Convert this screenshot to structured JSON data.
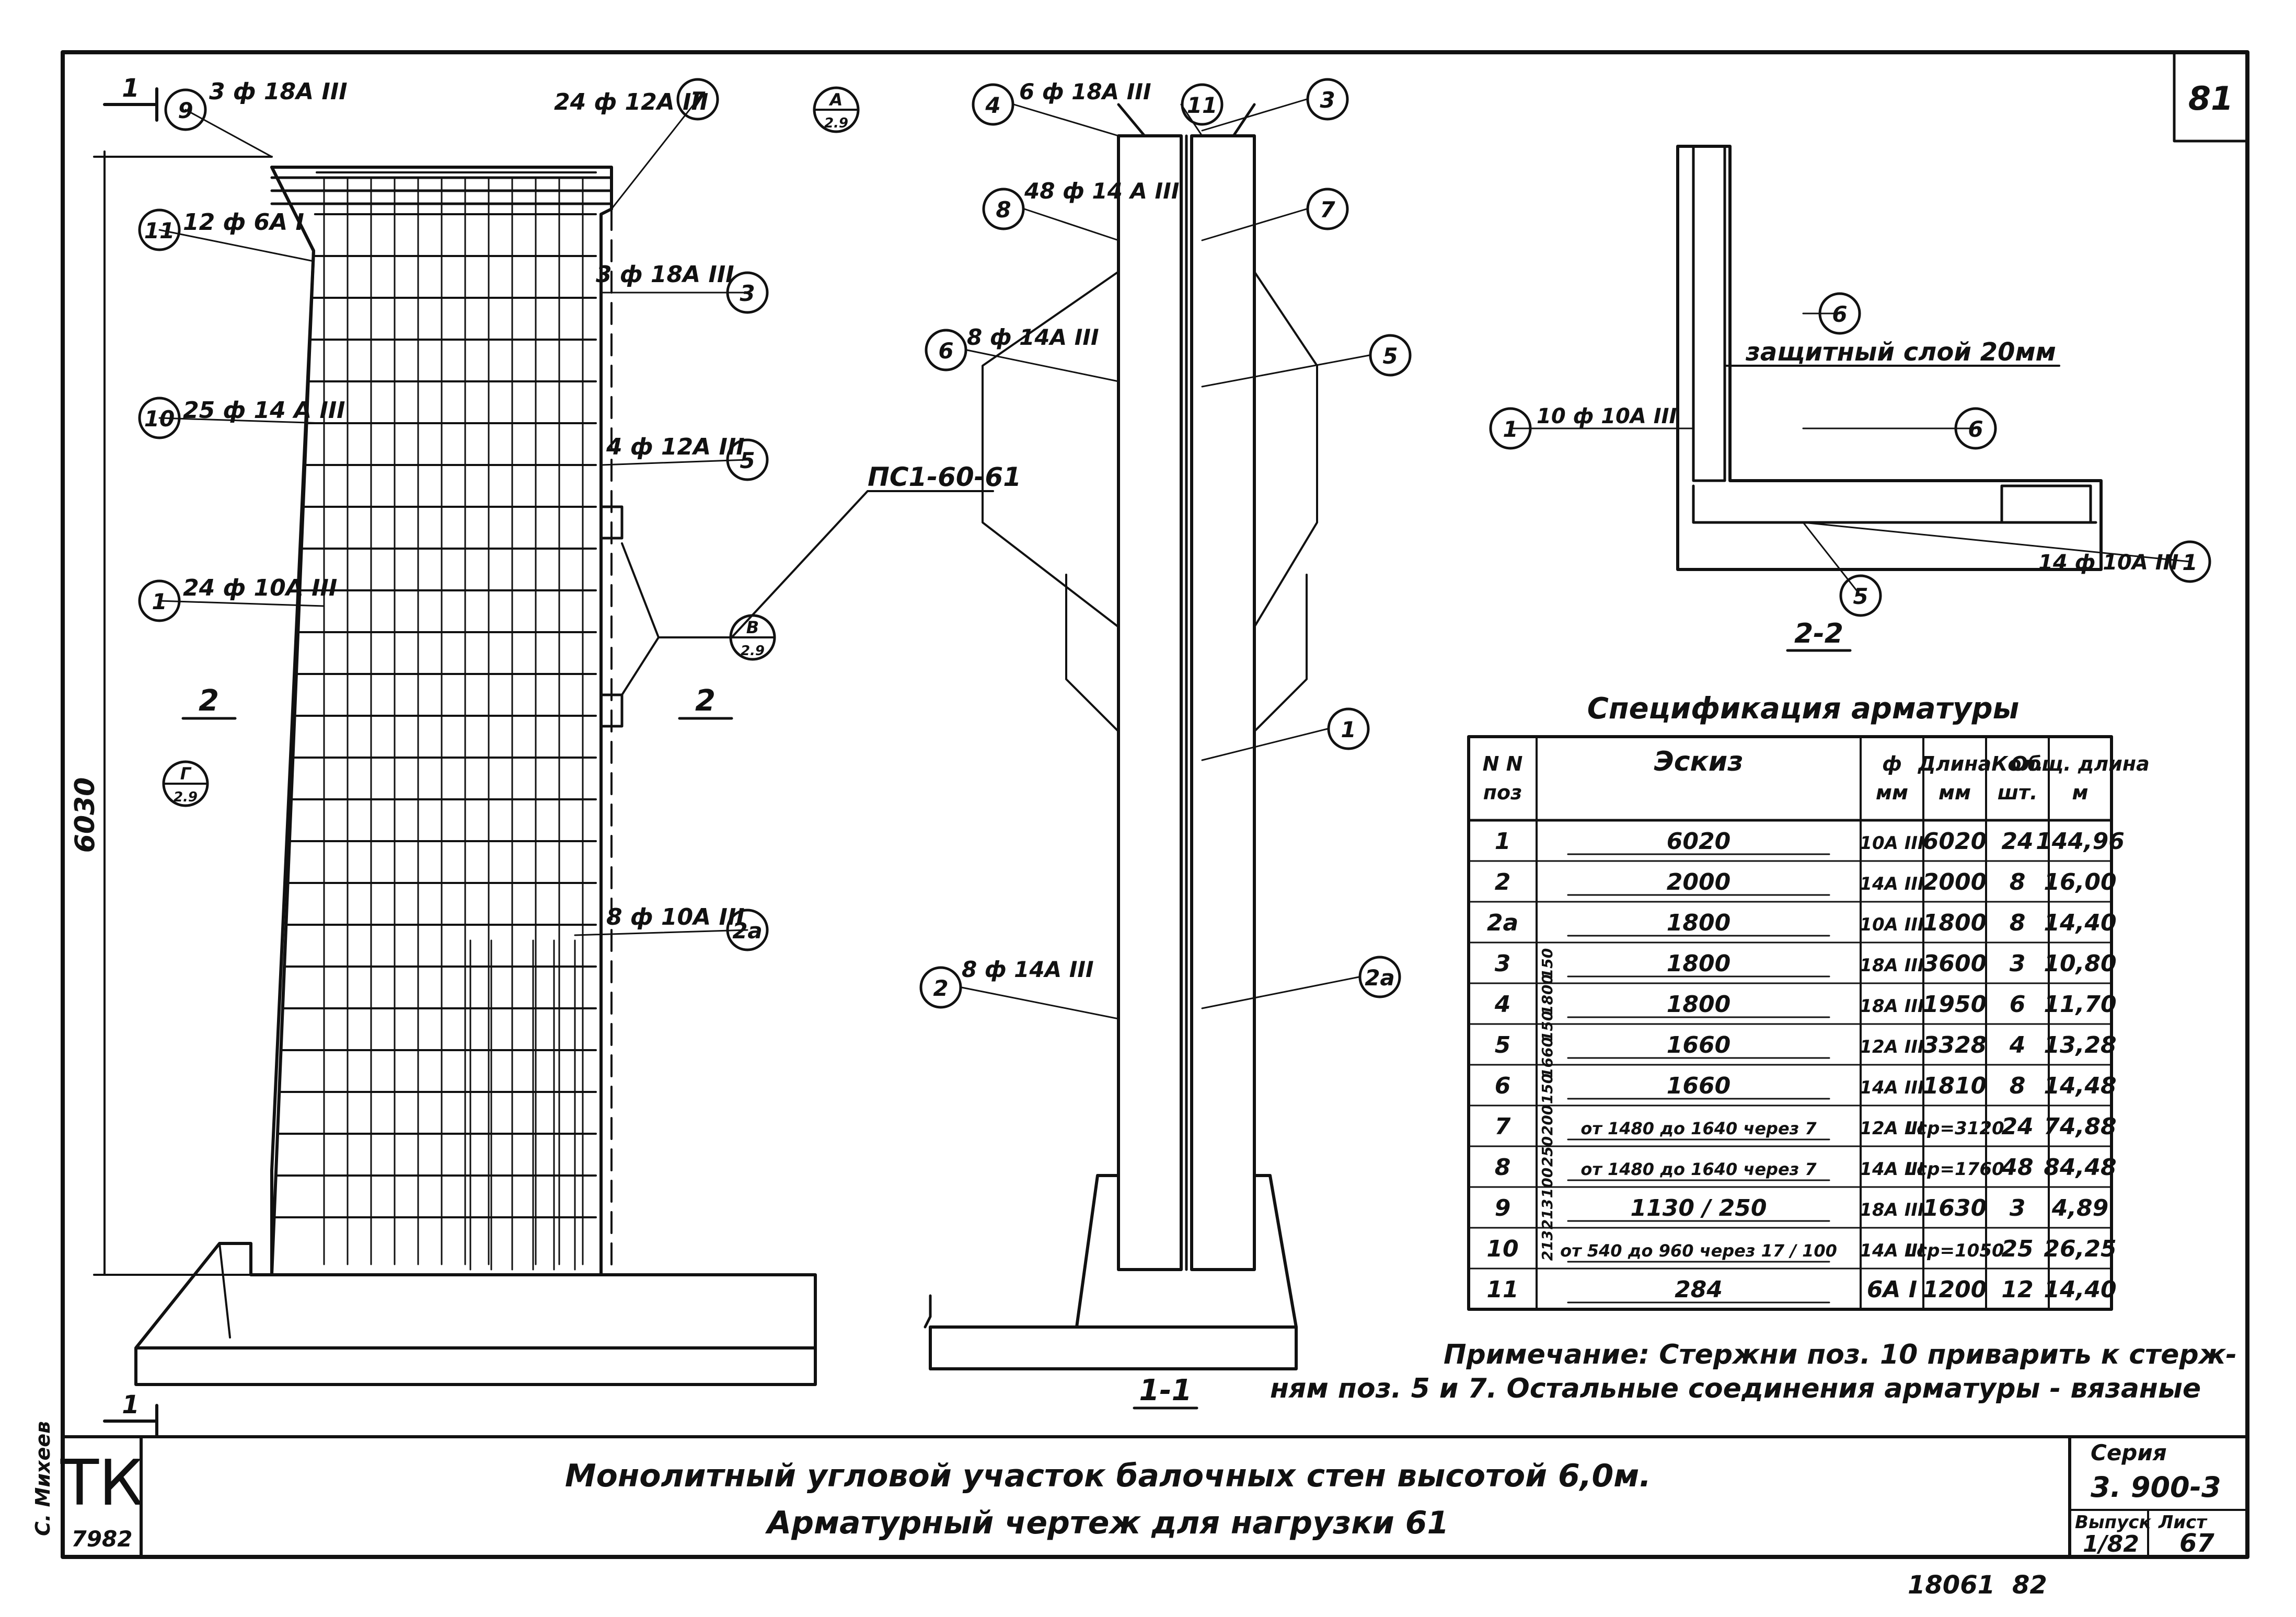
{
  "sheet_number": "81",
  "elevation": {
    "section_mark": "1",
    "dimension_height": "6030",
    "callouts": [
      {
        "pos": "9",
        "text": "3 ф 18А III"
      },
      {
        "pos": "11",
        "text": "12 ф 6А I"
      },
      {
        "pos": "10",
        "text": "25 ф 14 А III"
      },
      {
        "pos": "1",
        "text": "24 ф 10А III"
      },
      {
        "pos": "7",
        "text": "24 ф 12А III"
      },
      {
        "pos": "3",
        "text": "3 ф 18А III"
      },
      {
        "pos": "5",
        "text": "4 ф 12А III"
      },
      {
        "pos": "2a",
        "text": "8 ф 10А III"
      }
    ],
    "view_refs": [
      {
        "top": "А",
        "bottom": "2.9"
      },
      {
        "top": "В",
        "bottom": "2.9"
      },
      {
        "top": "Г",
        "bottom": "2.9"
      }
    ],
    "section_2_mark": "2",
    "embedded_part_label": "ПС1-60-61"
  },
  "section11": {
    "title": "1-1",
    "callouts": [
      {
        "pos": "4",
        "text": "6 ф 18А III"
      },
      {
        "pos": "8",
        "text": "48 ф 14 А III"
      },
      {
        "pos": "6",
        "text": "8 ф 14А III"
      },
      {
        "pos": "2",
        "text": "8 ф 14А III"
      },
      {
        "pos": "11"
      },
      {
        "pos": "3"
      },
      {
        "pos": "7"
      },
      {
        "pos": "5"
      },
      {
        "pos": "1"
      },
      {
        "pos": "2a"
      }
    ]
  },
  "section22": {
    "title": "2-2",
    "cover_label": "защитный слой 20мм",
    "callouts": [
      {
        "pos": "6"
      },
      {
        "pos": "1",
        "text": "10 ф 10А III"
      },
      {
        "pos": "6"
      },
      {
        "pos": "1",
        "text": "14 ф 10А III"
      },
      {
        "pos": "5"
      }
    ]
  },
  "spec_table": {
    "title": "Спецификация арматуры",
    "headers": [
      "N N поз",
      "Эскиз",
      "ф мм",
      "Длина мм",
      "Кол. шт.",
      "Общ. длина м"
    ],
    "rows": [
      [
        "1",
        "6020",
        "10А III",
        "6020",
        "24",
        "144,96"
      ],
      [
        "2",
        "2000",
        "14А III",
        "2000",
        "8",
        "16,00"
      ],
      [
        "2а",
        "1800",
        "10А III",
        "1800",
        "8",
        "14,40"
      ],
      [
        "3",
        "1800",
        "18А III",
        "3600",
        "3",
        "10,80"
      ],
      [
        "4",
        "1800",
        "18А III",
        "1950",
        "6",
        "11,70"
      ],
      [
        "5",
        "1660",
        "12А III",
        "3328",
        "4",
        "13,28"
      ],
      [
        "6",
        "1660",
        "14А III",
        "1810",
        "8",
        "14,48"
      ],
      [
        "7",
        "от 1480 до 1640 через 7",
        "12А III",
        "Lср=3120",
        "24",
        "74,88"
      ],
      [
        "8",
        "от 1480 до 1640 через 7",
        "14А III",
        "Lср=1760",
        "48",
        "84,48"
      ],
      [
        "9",
        "1130 / 250",
        "18А III",
        "1630",
        "3",
        "4,89"
      ],
      [
        "10",
        "от 540 до 960 через 17 / 100",
        "14А III",
        "Lср=1050",
        "25",
        "26,25"
      ],
      [
        "11",
        "284",
        "6А I",
        "1200",
        "12",
        "14,40"
      ]
    ],
    "sketch_dims": [
      "150",
      "1800",
      "150",
      "1660",
      "150",
      "200",
      "250",
      "100",
      "213",
      "213"
    ]
  },
  "note": {
    "line1": "Примечание: Стержни поз. 10 приварить к стерж-",
    "line2": "ням поз. 5 и 7. Остальные соединения арматуры - вязаные"
  },
  "title_block": {
    "logo": "ТК",
    "inv_number": "7982",
    "side_signature": "С. Михеев",
    "title_line1": "Монолитный угловой участок балочных стен высотой 6,0м.",
    "title_line2": "Арматурный чертеж для нагрузки 61",
    "series_label": "Серия",
    "series_value": "3. 900-3",
    "issue_label": "Выпуск",
    "issue_value": "1/82",
    "sheet_label": "Лист",
    "sheet_value": "67",
    "bottom_number_1": "18061",
    "bottom_number_2": "82"
  }
}
